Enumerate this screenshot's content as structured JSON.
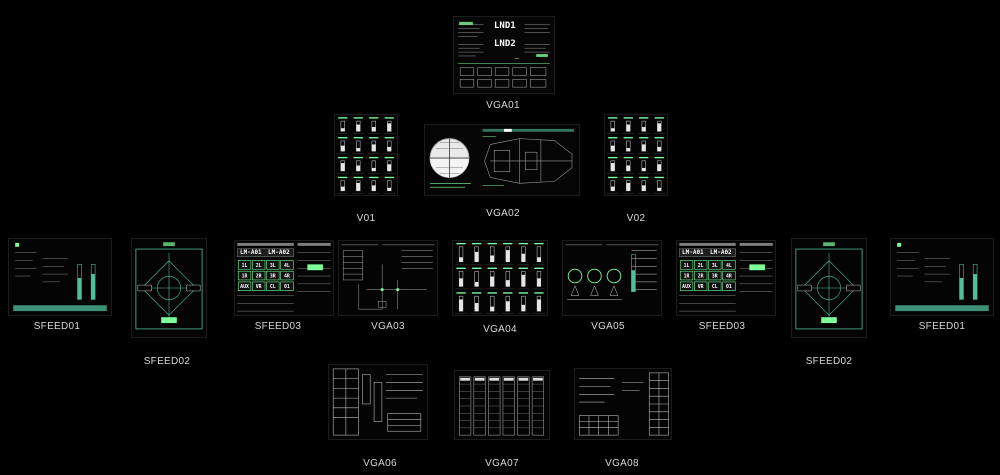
{
  "screens": {
    "vga01": {
      "label": "VGA01",
      "title1": "LND1",
      "title2": "LND2"
    },
    "v01": {
      "label": "V01"
    },
    "vga02": {
      "label": "VGA02"
    },
    "v02": {
      "label": "V02"
    },
    "sfeed01_left": {
      "label": "SFEED01"
    },
    "sfeed02_left": {
      "label": "SFEED02"
    },
    "sfeed03_left": {
      "label": "SFEED03",
      "lm1": "LM-A01",
      "lm2": "LM-A02",
      "grid": [
        "1L",
        "2L",
        "3L",
        "4L",
        "1R",
        "2R",
        "3R",
        "4R",
        "AUX",
        "VR",
        "CL",
        "01"
      ]
    },
    "vga03": {
      "label": "VGA03"
    },
    "vga04": {
      "label": "VGA04"
    },
    "vga05": {
      "label": "VGA05"
    },
    "sfeed03_right": {
      "label": "SFEED03",
      "lm1": "LM-A01",
      "lm2": "LM-A02",
      "grid": [
        "1L",
        "2L",
        "3L",
        "4L",
        "1R",
        "2R",
        "3R",
        "4R",
        "AUX",
        "VR",
        "CL",
        "01"
      ]
    },
    "sfeed02_right": {
      "label": "SFEED02"
    },
    "sfeed01_right": {
      "label": "SFEED01"
    },
    "vga06": {
      "label": "VGA06"
    },
    "vga07": {
      "label": "VGA07"
    },
    "vga08": {
      "label": "VGA08"
    }
  },
  "colors": {
    "background": "#000000",
    "accent_green": "#7dff9a",
    "teal": "#4fbf9a",
    "line": "#bfbfbf",
    "dim": "#4a4a4a"
  }
}
